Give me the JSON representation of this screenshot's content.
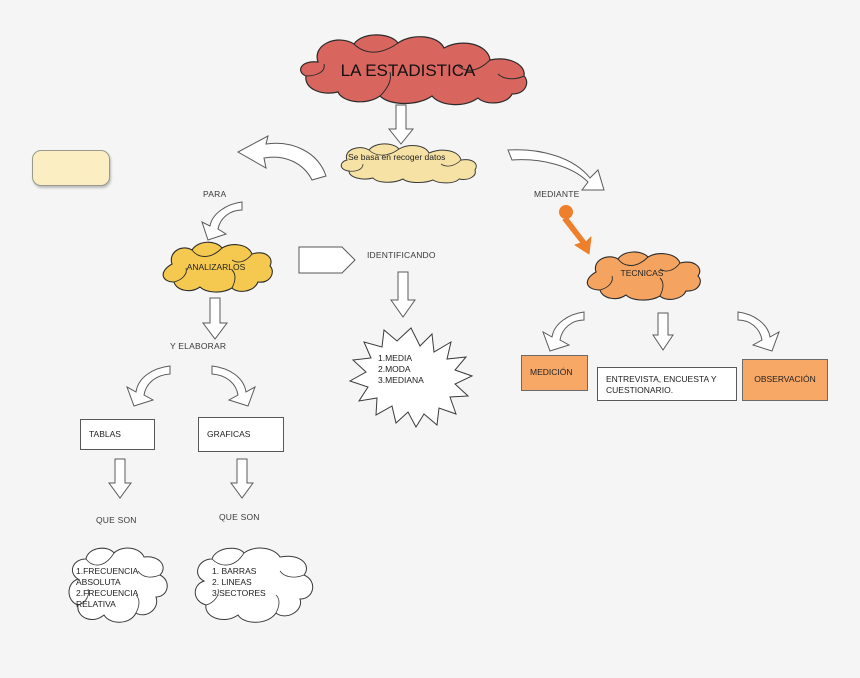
{
  "diagram": {
    "title_node": {
      "text": "LA ESTADISTICA",
      "shape": "cloud",
      "color": "#d9655f"
    },
    "basis_node": {
      "text": "Se basa en recoger datos",
      "shape": "cloud",
      "color": "#f6e2a4"
    },
    "empty_note": {
      "text": "",
      "shape": "rounded-rectangle",
      "color": "#fbeec3"
    },
    "connectors": {
      "para": "PARA",
      "mediante": "MEDIANTE",
      "identificando": "IDENTIFICANDO",
      "y_elaborar": "Y ELABORAR",
      "que_son_left": "QUE SON",
      "que_son_right": "QUE SON"
    },
    "analizarlos_node": {
      "text": "ANALIZARLOS",
      "shape": "cloud",
      "color": "#f5c94f"
    },
    "tecnicas_node": {
      "text": "TECNICAS",
      "shape": "cloud",
      "color": "#f4a460"
    },
    "empty_pentagon": {
      "text": "",
      "shape": "pentagon-arrow",
      "color": "#ffffff"
    },
    "medidas_star": {
      "text": "1.MEDIA\n2.MODA\n3.MEDIANA",
      "shape": "star-burst",
      "color": "#ffffff"
    },
    "tecnica_boxes": [
      {
        "text": "MEDICIÓN",
        "color": "#f7a866",
        "style": "orange"
      },
      {
        "text": "ENTREVISTA, ENCUESTA Y CUESTIONARIO.",
        "color": "#ffffff",
        "style": "white"
      },
      {
        "text": "OBSERVACIÓN",
        "color": "#f7a866",
        "style": "orange"
      }
    ],
    "elaborar_boxes": [
      {
        "text": "TABLAS",
        "color": "#ffffff"
      },
      {
        "text": "GRAFICAS",
        "color": "#ffffff"
      }
    ],
    "result_clouds": [
      {
        "text": "1.FRECUENCIA\nABSOLUTA\n2.FRECUENCIA\nRELATIVA",
        "color": "#ffffff"
      },
      {
        "text": "1. BARRAS\n2. LINEAS\n3.SECTORES",
        "color": "#ffffff"
      }
    ],
    "colors": {
      "background": "#f5f5f5",
      "red_cloud": "#d9655f",
      "pale_yellow_cloud": "#f6e2a4",
      "gold_cloud": "#f5c94f",
      "orange_cloud": "#f4a460",
      "orange_box": "#f7a866",
      "arrow_fill": "#ffffff",
      "arrow_stroke": "#5a5a5a",
      "orange_arrow": "#ef7f2a",
      "outline": "#58585a"
    },
    "icons": {
      "block_arrow_down": "block-arrow-down-icon",
      "curved_arrow": "curved-arrow-icon",
      "pin_arrow": "pin-arrow-icon"
    }
  }
}
